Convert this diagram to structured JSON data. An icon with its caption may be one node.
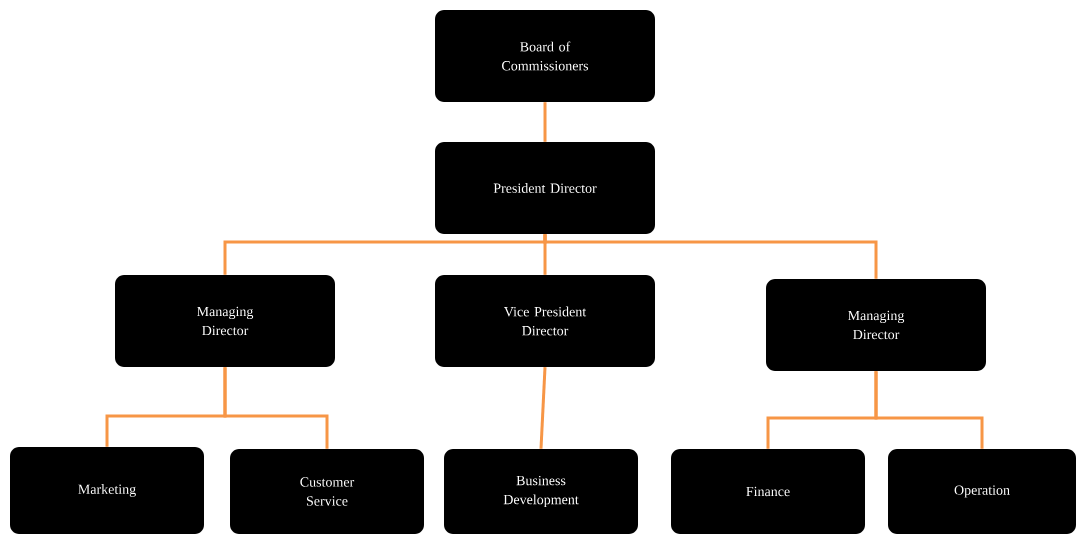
{
  "diagram": {
    "nodes": [
      {
        "text": [
          "Board of Commissioners"
        ]
      },
      {
        "text": [
          "President Director"
        ]
      },
      {
        "text": [
          "Managing Director"
        ]
      },
      {
        "text": [
          "Vice President Director"
        ]
      },
      {
        "text": [
          "Managing Director"
        ]
      },
      {
        "text": [
          "Marketing"
        ]
      },
      {
        "text": [
          "Customer Service"
        ]
      },
      {
        "text": [
          "Business Development"
        ]
      },
      {
        "text": [
          "Finance"
        ]
      },
      {
        "text": [
          "Operation"
        ]
      }
    ],
    "edges": [
      {
        "from": 0,
        "to": 1,
        "arrow": "none"
      },
      {
        "from": 1,
        "to": 2,
        "arrow": "none"
      },
      {
        "from": 1,
        "to": 3,
        "arrow": "none"
      },
      {
        "from": 1,
        "to": 4,
        "arrow": "none"
      },
      {
        "from": 2,
        "to": 5,
        "arrow": "none"
      },
      {
        "from": 2,
        "to": 6,
        "arrow": "none"
      },
      {
        "from": 3,
        "to": 7,
        "arrow": "none"
      },
      {
        "from": 4,
        "to": 8,
        "arrow": "none"
      },
      {
        "from": 4,
        "to": 9,
        "arrow": "none"
      }
    ]
  }
}
